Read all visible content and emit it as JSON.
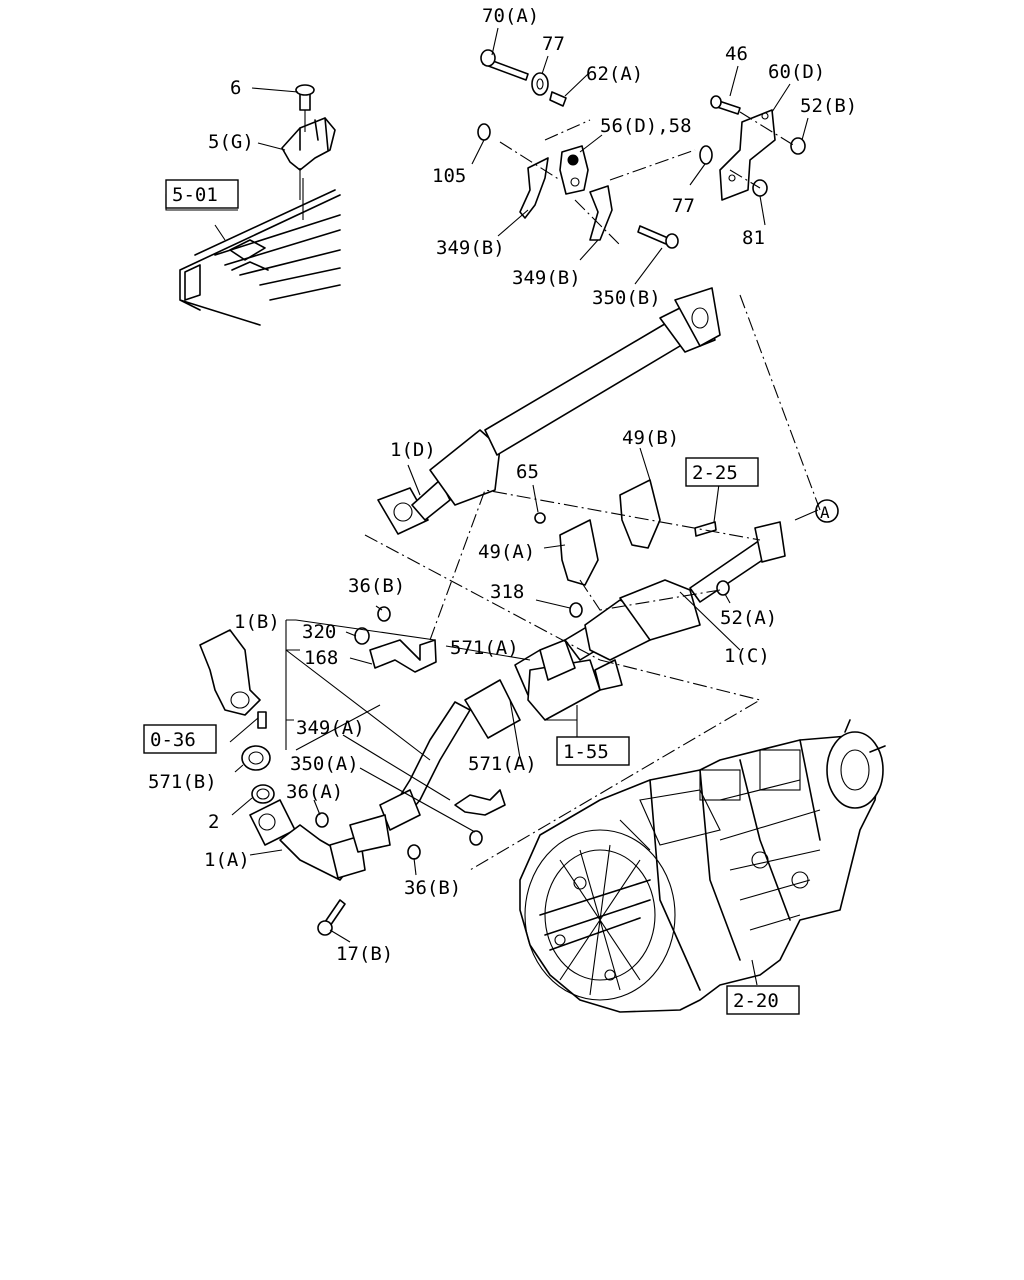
{
  "labels": {
    "p70a": "70(A)",
    "p77a": "77",
    "p62a": "62(A)",
    "p46": "46",
    "p60d": "60(D)",
    "p52b": "52(B)",
    "p6": "6",
    "p5g": "5(G)",
    "p56d58": "56(D),58",
    "p105": "105",
    "p77b": "77",
    "p81": "81",
    "p349b1": "349(B)",
    "p349b2": "349(B)",
    "p350b": "350(B)",
    "p1d": "1(D)",
    "p49b": "49(B)",
    "p65": "65",
    "p49a": "49(A)",
    "p318": "318",
    "p52a": "52(A)",
    "p1c": "1(C)",
    "p36b1": "36(B)",
    "p1b": "1(B)",
    "p320": "320",
    "p168": "168",
    "p571a1": "571(A)",
    "p349a": "349(A)",
    "p350a": "350(A)",
    "p571a2": "571(A)",
    "p571b": "571(B)",
    "p2": "2",
    "p36a": "36(A)",
    "p1a": "1(A)",
    "p36b2": "36(B)",
    "p17b": "17(B)",
    "circleA": "A"
  },
  "refs": {
    "r501": "5-01",
    "r225": "2-25",
    "r036": "0-36",
    "r155": "1-55",
    "r220": "2-20"
  }
}
